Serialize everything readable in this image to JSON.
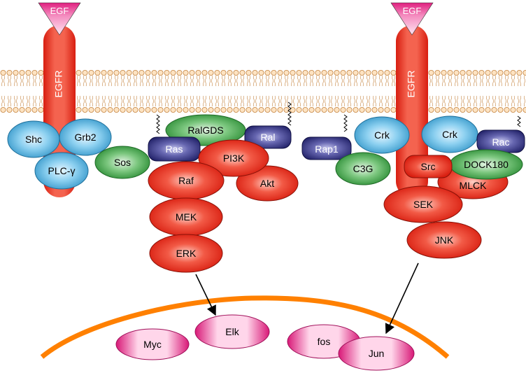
{
  "receptors": [
    {
      "id": "left",
      "ligand": "EGF",
      "receptor": "EGFR"
    },
    {
      "id": "right",
      "ligand": "EGF",
      "receptor": "EGFR"
    }
  ],
  "proteins": {
    "shc": "Shc",
    "grb2": "Grb2",
    "plc": "PLC-γ",
    "sos": "Sos",
    "ralgds": "RalGDS",
    "ras": "Ras",
    "ral": "Ral",
    "pi3k": "PI3K",
    "raf": "Raf",
    "akt": "Akt",
    "mek": "MEK",
    "erk": "ERK",
    "rap1": "Rap1",
    "c3g": "C3G",
    "crk1": "Crk",
    "crk2": "Crk",
    "src": "Src",
    "rac": "Rac",
    "dock180": "DOCK180",
    "mlck": "MLCK",
    "sek": "SEK",
    "jnk": "JNK"
  },
  "nuclear": {
    "myc": "Myc",
    "elk": "Elk",
    "fos": "fos",
    "jun": "Jun"
  },
  "colors": {
    "red": "#e8332a",
    "blue": "#5ab4dc",
    "green": "#3fa84a",
    "purple": "#33337f",
    "magenta": "#e0207f",
    "pink": "#ff9ed0",
    "nuclear_membrane": "#ff8000",
    "lipid": "#d49658"
  }
}
